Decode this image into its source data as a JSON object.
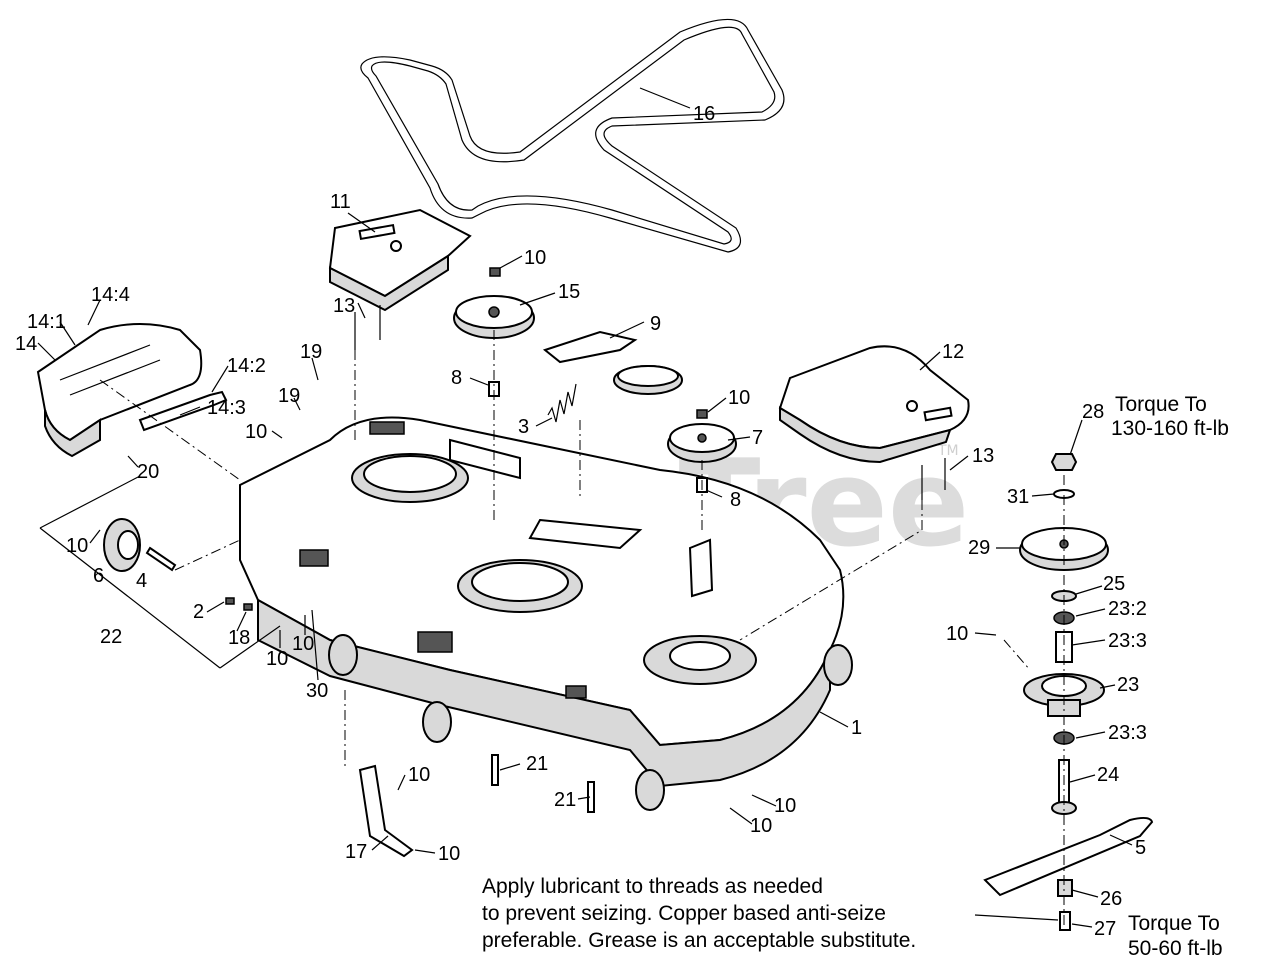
{
  "watermark": {
    "text": "PartsTree",
    "tm": "TM"
  },
  "callouts": {
    "c16": "16",
    "c11": "11",
    "c10a": "10",
    "c15": "15",
    "c9": "9",
    "c13a": "13",
    "c14_4": "14:4",
    "c14_1": "14:1",
    "c14": "14",
    "c14_2": "14:2",
    "c14_3": "14:3",
    "c19a": "19",
    "c19b": "19",
    "c10b": "10",
    "c20": "20",
    "c8a": "8",
    "c3": "3",
    "c12": "12",
    "c10c": "10",
    "c7": "7",
    "c8b": "8",
    "c13b": "13",
    "c10d": "10",
    "c6": "6",
    "c4": "4",
    "c2": "2",
    "c18": "18",
    "c22": "22",
    "c10e": "10",
    "c10f": "10",
    "c30": "30",
    "c1": "1",
    "c21a": "21",
    "c21b": "21",
    "c10g": "10",
    "c10h": "10",
    "c10i": "10",
    "c17": "17",
    "c10j": "10",
    "c28": "28",
    "c31": "31",
    "c29": "29",
    "c25": "25",
    "c23_2": "23:2",
    "c10k": "10",
    "c23_3a": "23:3",
    "c23": "23",
    "c23_3b": "23:3",
    "c24": "24",
    "c5": "5",
    "c26": "26",
    "c27": "27"
  },
  "torque_notes": {
    "top_line1": "Torque To",
    "top_line2": "130-160 ft-lb",
    "bottom_line1": "Torque To",
    "bottom_line2": "50-60 ft-lb"
  },
  "instruction_note": {
    "line1": "Apply lubricant to threads as needed",
    "line2": "to prevent seizing. Copper based anti-seize",
    "line3": "preferable. Grease is an acceptable substitute."
  }
}
